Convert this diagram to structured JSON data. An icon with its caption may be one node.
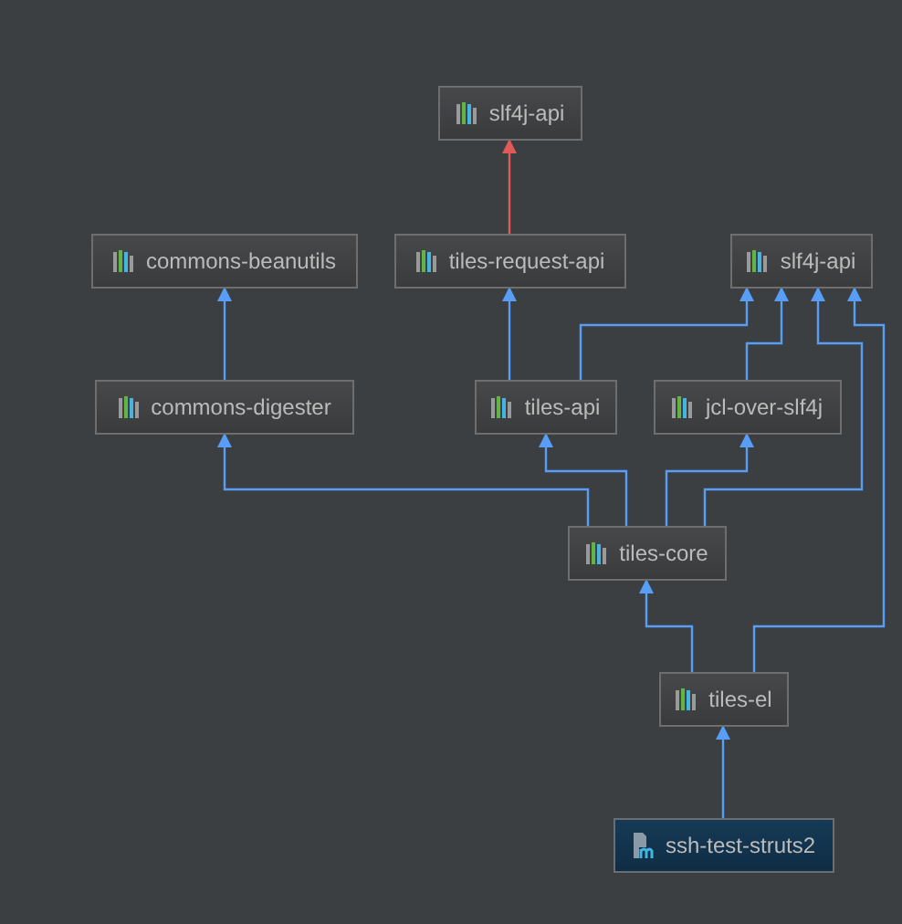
{
  "diagram": {
    "nodes": [
      {
        "text": [
          "slf4j-api"
        ]
      },
      {
        "text": [
          "commons-beanutils"
        ]
      },
      {
        "text": [
          "tiles-request-api"
        ]
      },
      {
        "text": [
          "slf4j-api"
        ]
      },
      {
        "text": [
          "commons-digester"
        ]
      },
      {
        "text": [
          "tiles-api"
        ]
      },
      {
        "text": [
          "jcl-over-slf4j"
        ]
      },
      {
        "text": [
          "tiles-core"
        ]
      },
      {
        "text": [
          "tiles-el"
        ]
      },
      {
        "text": [
          "ssh-test-struts2"
        ]
      }
    ],
    "edges": [
      {
        "from": 2,
        "to": 0,
        "arrow": "to",
        "color": "#e05a5a"
      },
      {
        "from": 4,
        "to": 1,
        "arrow": "to"
      },
      {
        "from": 5,
        "to": 2,
        "arrow": "to"
      },
      {
        "from": 5,
        "to": 3,
        "arrow": "to"
      },
      {
        "from": 6,
        "to": 3,
        "arrow": "to"
      },
      {
        "from": 7,
        "to": 4,
        "arrow": "to"
      },
      {
        "from": 7,
        "to": 5,
        "arrow": "to"
      },
      {
        "from": 7,
        "to": 6,
        "arrow": "to"
      },
      {
        "from": 7,
        "to": 3,
        "arrow": "to"
      },
      {
        "from": 8,
        "to": 7,
        "arrow": "to"
      },
      {
        "from": 8,
        "to": 3,
        "arrow": "to"
      },
      {
        "from": 9,
        "to": 8,
        "arrow": "to"
      }
    ]
  }
}
